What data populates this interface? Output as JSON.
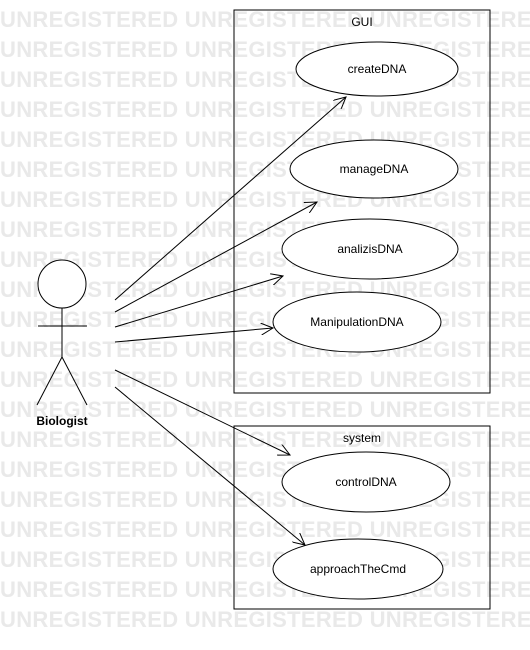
{
  "watermark_text": "UNREGISTERED UNREGISTERED UNREGISTERED",
  "actor": {
    "label": "Biologist"
  },
  "systems": [
    {
      "id": "gui",
      "label": "GUI"
    },
    {
      "id": "system",
      "label": "system"
    }
  ],
  "use_cases": [
    {
      "id": "create",
      "label": "createDNA",
      "system": "gui"
    },
    {
      "id": "manage",
      "label": "manageDNA",
      "system": "gui"
    },
    {
      "id": "analizis",
      "label": "analizisDNA",
      "system": "gui"
    },
    {
      "id": "manipulation",
      "label": "ManipulationDNA",
      "system": "gui"
    },
    {
      "id": "control",
      "label": "controlDNA",
      "system": "system"
    },
    {
      "id": "approach",
      "label": "approachTheCmd",
      "system": "system"
    }
  ],
  "associations": [
    {
      "from": "Biologist",
      "to": "createDNA"
    },
    {
      "from": "Biologist",
      "to": "manageDNA"
    },
    {
      "from": "Biologist",
      "to": "analizisDNA"
    },
    {
      "from": "Biologist",
      "to": "ManipulationDNA"
    },
    {
      "from": "Biologist",
      "to": "controlDNA"
    },
    {
      "from": "Biologist",
      "to": "approachTheCmd"
    }
  ]
}
